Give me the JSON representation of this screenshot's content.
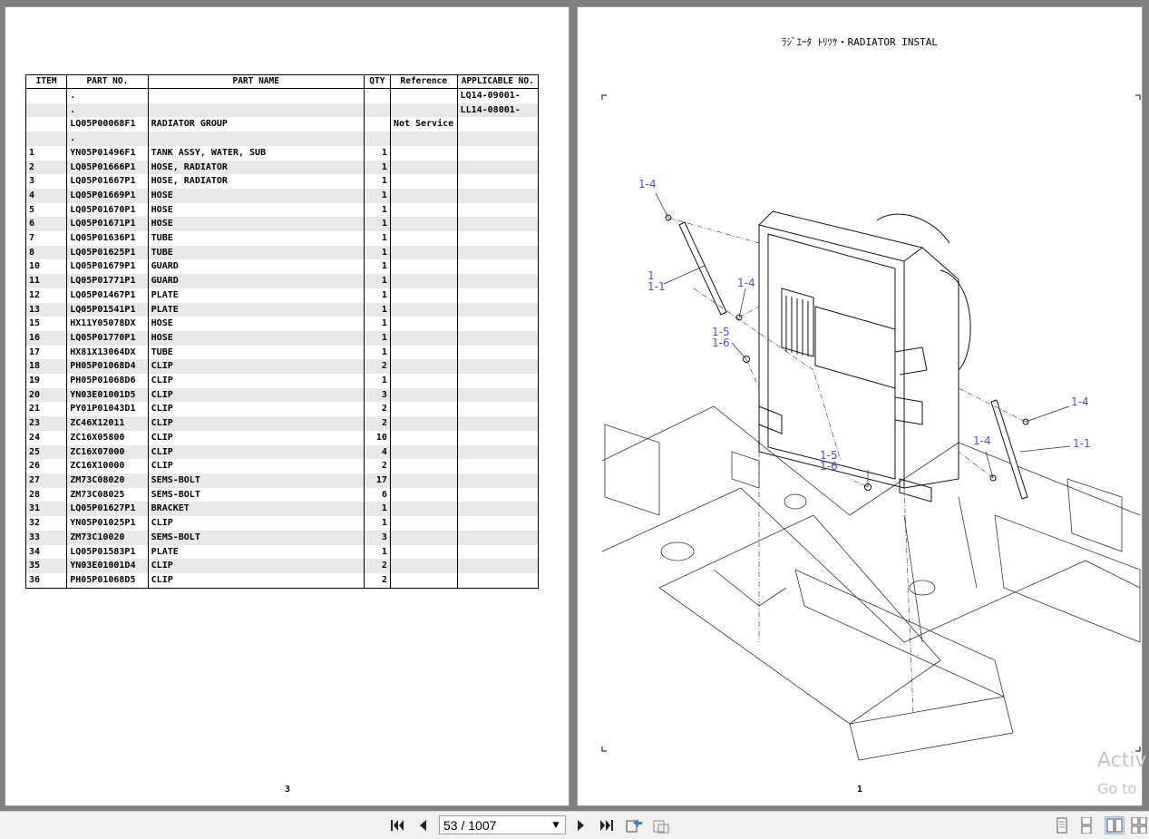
{
  "left_page": {
    "columns": [
      "ITEM",
      "PART NO.",
      "PART NAME",
      "QTY",
      "Reference",
      "APPLICABLE NO."
    ],
    "rows": [
      [
        "",
        ".",
        "",
        "",
        "",
        "LQ14-09001-"
      ],
      [
        "",
        ".",
        "",
        "",
        "",
        "LL14-08001-"
      ],
      [
        "",
        "LQ05P00068F1",
        "RADIATOR GROUP",
        "",
        "Not Service",
        ""
      ],
      [
        "",
        ".",
        "",
        "",
        "",
        ""
      ],
      [
        "1",
        "YN05P01496F1",
        "TANK ASSY, WATER, SUB",
        "1",
        "",
        ""
      ],
      [
        "2",
        "LQ05P01666P1",
        "HOSE, RADIATOR",
        "1",
        "",
        ""
      ],
      [
        "3",
        "LQ05P01667P1",
        "HOSE, RADIATOR",
        "1",
        "",
        ""
      ],
      [
        "4",
        "LQ05P01669P1",
        "HOSE",
        "1",
        "",
        ""
      ],
      [
        "5",
        "LQ05P01670P1",
        "HOSE",
        "1",
        "",
        ""
      ],
      [
        "6",
        "LQ05P01671P1",
        "HOSE",
        "1",
        "",
        ""
      ],
      [
        "7",
        "LQ05P01636P1",
        "TUBE",
        "1",
        "",
        ""
      ],
      [
        "8",
        "LQ05P01625P1",
        "TUBE",
        "1",
        "",
        ""
      ],
      [
        "10",
        "LQ05P01679P1",
        "GUARD",
        "1",
        "",
        ""
      ],
      [
        "11",
        "LQ05P01771P1",
        "GUARD",
        "1",
        "",
        ""
      ],
      [
        "12",
        "LQ05P01467P1",
        "PLATE",
        "1",
        "",
        ""
      ],
      [
        "13",
        "LQ05P01541P1",
        "PLATE",
        "1",
        "",
        ""
      ],
      [
        "15",
        "HX11Y05078DX",
        "HOSE",
        "1",
        "",
        ""
      ],
      [
        "16",
        "LQ05P01770P1",
        "HOSE",
        "1",
        "",
        ""
      ],
      [
        "17",
        "HX81X13064DX",
        "TUBE",
        "1",
        "",
        ""
      ],
      [
        "18",
        "PH05P01068D4",
        "CLIP",
        "2",
        "",
        ""
      ],
      [
        "19",
        "PH05P01068D6",
        "CLIP",
        "1",
        "",
        ""
      ],
      [
        "20",
        "YN03E01001D5",
        "CLIP",
        "3",
        "",
        ""
      ],
      [
        "21",
        "PY01P01043D1",
        "CLIP",
        "2",
        "",
        ""
      ],
      [
        "23",
        "ZC46X12011",
        "CLIP",
        "2",
        "",
        ""
      ],
      [
        "24",
        "ZC16X05800",
        "CLIP",
        "10",
        "",
        ""
      ],
      [
        "25",
        "ZC16X07000",
        "CLIP",
        "4",
        "",
        ""
      ],
      [
        "26",
        "ZC16X10000",
        "CLIP",
        "2",
        "",
        ""
      ],
      [
        "27",
        "ZM73C08020",
        "SEMS-BOLT",
        "17",
        "",
        ""
      ],
      [
        "28",
        "ZM73C08025",
        "SEMS-BOLT",
        "6",
        "",
        ""
      ],
      [
        "31",
        "LQ05P01627P1",
        "BRACKET",
        "1",
        "",
        ""
      ],
      [
        "32",
        "YN05P01025P1",
        "CLIP",
        "1",
        "",
        ""
      ],
      [
        "33",
        "ZM73C10020",
        "SEMS-BOLT",
        "3",
        "",
        ""
      ],
      [
        "34",
        "LQ05P01583P1",
        "PLATE",
        "1",
        "",
        ""
      ],
      [
        "35",
        "YN03E01001D4",
        "CLIP",
        "2",
        "",
        ""
      ],
      [
        "36",
        "PH05P01068D5",
        "CLIP",
        "2",
        "",
        ""
      ]
    ],
    "page_number": "3"
  },
  "right_page": {
    "title": "ﾗｼﾞｴｰﾀ ﾄﾘﾂｹ・RADIATOR INSTAL",
    "callouts": [
      "1-4",
      "1",
      "1-1",
      "1-4",
      "1-5",
      "1-6",
      "1-4",
      "1-4",
      "1-1",
      "1-5",
      "1-6"
    ],
    "page_number": "1"
  },
  "watermark": {
    "line1": "Activ",
    "line2": "Go to"
  },
  "toolbar": {
    "page_indicator": "53 / 1007",
    "icons": [
      "first-page-icon",
      "prev-page-icon",
      "next-page-icon",
      "last-page-icon",
      "go-back-icon",
      "go-forward-icon",
      "single-page-view-icon",
      "continuous-view-icon",
      "two-page-view-icon",
      "two-page-continuous-view-icon"
    ]
  },
  "colors": {
    "callout": "#5050c0",
    "viewer_bg": "#808080",
    "toolbar_bg": "#f0f0f0",
    "row_stripe": "#e8e8e8"
  }
}
